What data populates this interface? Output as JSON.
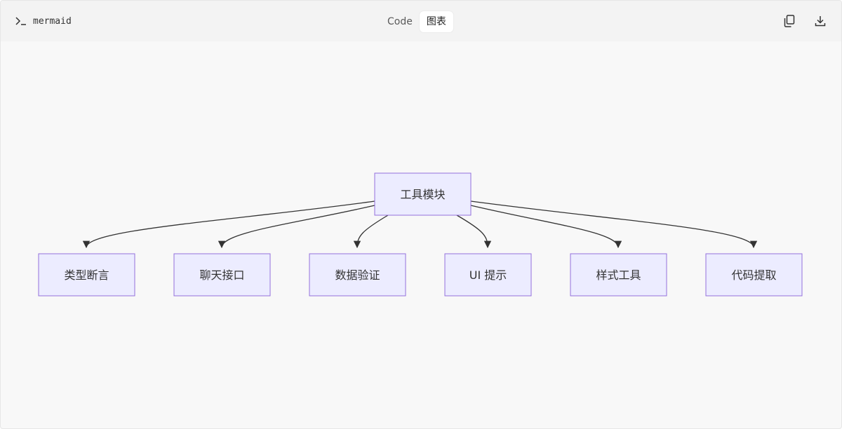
{
  "header": {
    "language_label": "mermaid",
    "tabs": [
      {
        "label": "Code",
        "active": false
      },
      {
        "label": "图表",
        "active": true
      }
    ],
    "actions": {
      "copy_icon": "copy-icon",
      "download_icon": "download-icon"
    }
  },
  "diagram": {
    "type": "flowchart",
    "root": {
      "label": "工具模块"
    },
    "children": [
      {
        "label": "类型断言"
      },
      {
        "label": "聊天接口"
      },
      {
        "label": "数据验证"
      },
      {
        "label": "UI 提示"
      },
      {
        "label": "样式工具"
      },
      {
        "label": "代码提取"
      }
    ],
    "colors": {
      "node_fill": "#ECECFF",
      "node_stroke": "#9370DB",
      "edge": "#333333",
      "background": "#F8F8F8"
    }
  }
}
